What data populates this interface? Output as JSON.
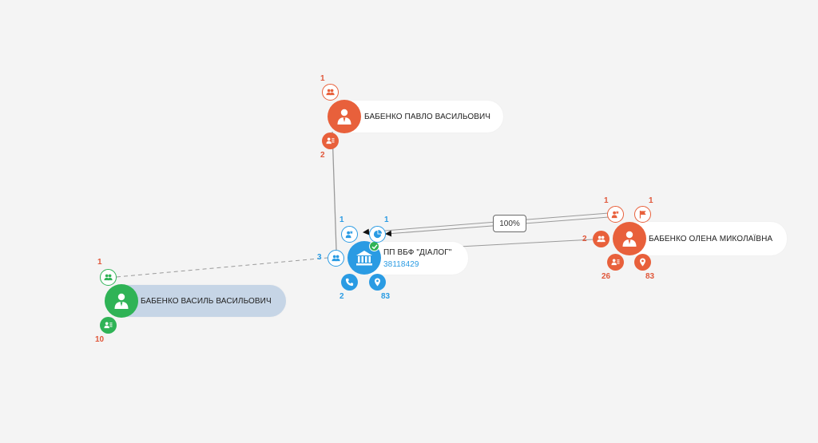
{
  "colors": {
    "person_red": "#e8603b",
    "company_blue": "#2a9be3",
    "person_green": "#2fb356",
    "highlight_bg": "#c6d5e6",
    "edge": "#9a9a9a"
  },
  "nodes": {
    "pavlo": {
      "name": "БАБЕНКО ПАВЛО ВАСИЛЬОВИЧ",
      "icon": "person-icon",
      "badge_top": {
        "icon": "related-persons-icon",
        "count": "1"
      },
      "badge_bottom": {
        "icon": "person-list-icon",
        "count": "2"
      }
    },
    "company": {
      "name": "ПП ВБФ \"ДІАЛОГ\"",
      "code": "38118429",
      "icon": "bank-building-icon",
      "status_icon": "check-icon",
      "badge_left": {
        "icon": "related-persons-icon",
        "count": "3"
      },
      "badge_top_left": {
        "icon": "founder-icon",
        "count": "1"
      },
      "badge_top_right": {
        "icon": "share-pie-icon",
        "count": "1"
      },
      "badge_bottom_left": {
        "icon": "phone-icon",
        "count": "2"
      },
      "badge_bottom_right": {
        "icon": "location-pin-icon",
        "count": "83"
      }
    },
    "olena": {
      "name": "БАБЕНКО ОЛЕНА МИКОЛАЇВНА",
      "icon": "person-icon",
      "badge_left": {
        "icon": "related-persons-icon",
        "count": "2"
      },
      "badge_top_left": {
        "icon": "founder-icon",
        "count": "1"
      },
      "badge_top_right": {
        "icon": "flag-icon",
        "count": "1"
      },
      "badge_bottom_left": {
        "icon": "person-list-icon",
        "count": "26"
      },
      "badge_bottom_right": {
        "icon": "location-pin-icon",
        "count": "83"
      }
    },
    "vasyl": {
      "name": "БАБЕНКО ВАСИЛЬ ВАСИЛЬОВИЧ",
      "icon": "person-icon",
      "badge_top": {
        "icon": "related-persons-icon",
        "count": "1"
      },
      "badge_bottom": {
        "icon": "person-list-icon",
        "count": "10"
      }
    }
  },
  "edges": {
    "ownership_label": "100%"
  }
}
